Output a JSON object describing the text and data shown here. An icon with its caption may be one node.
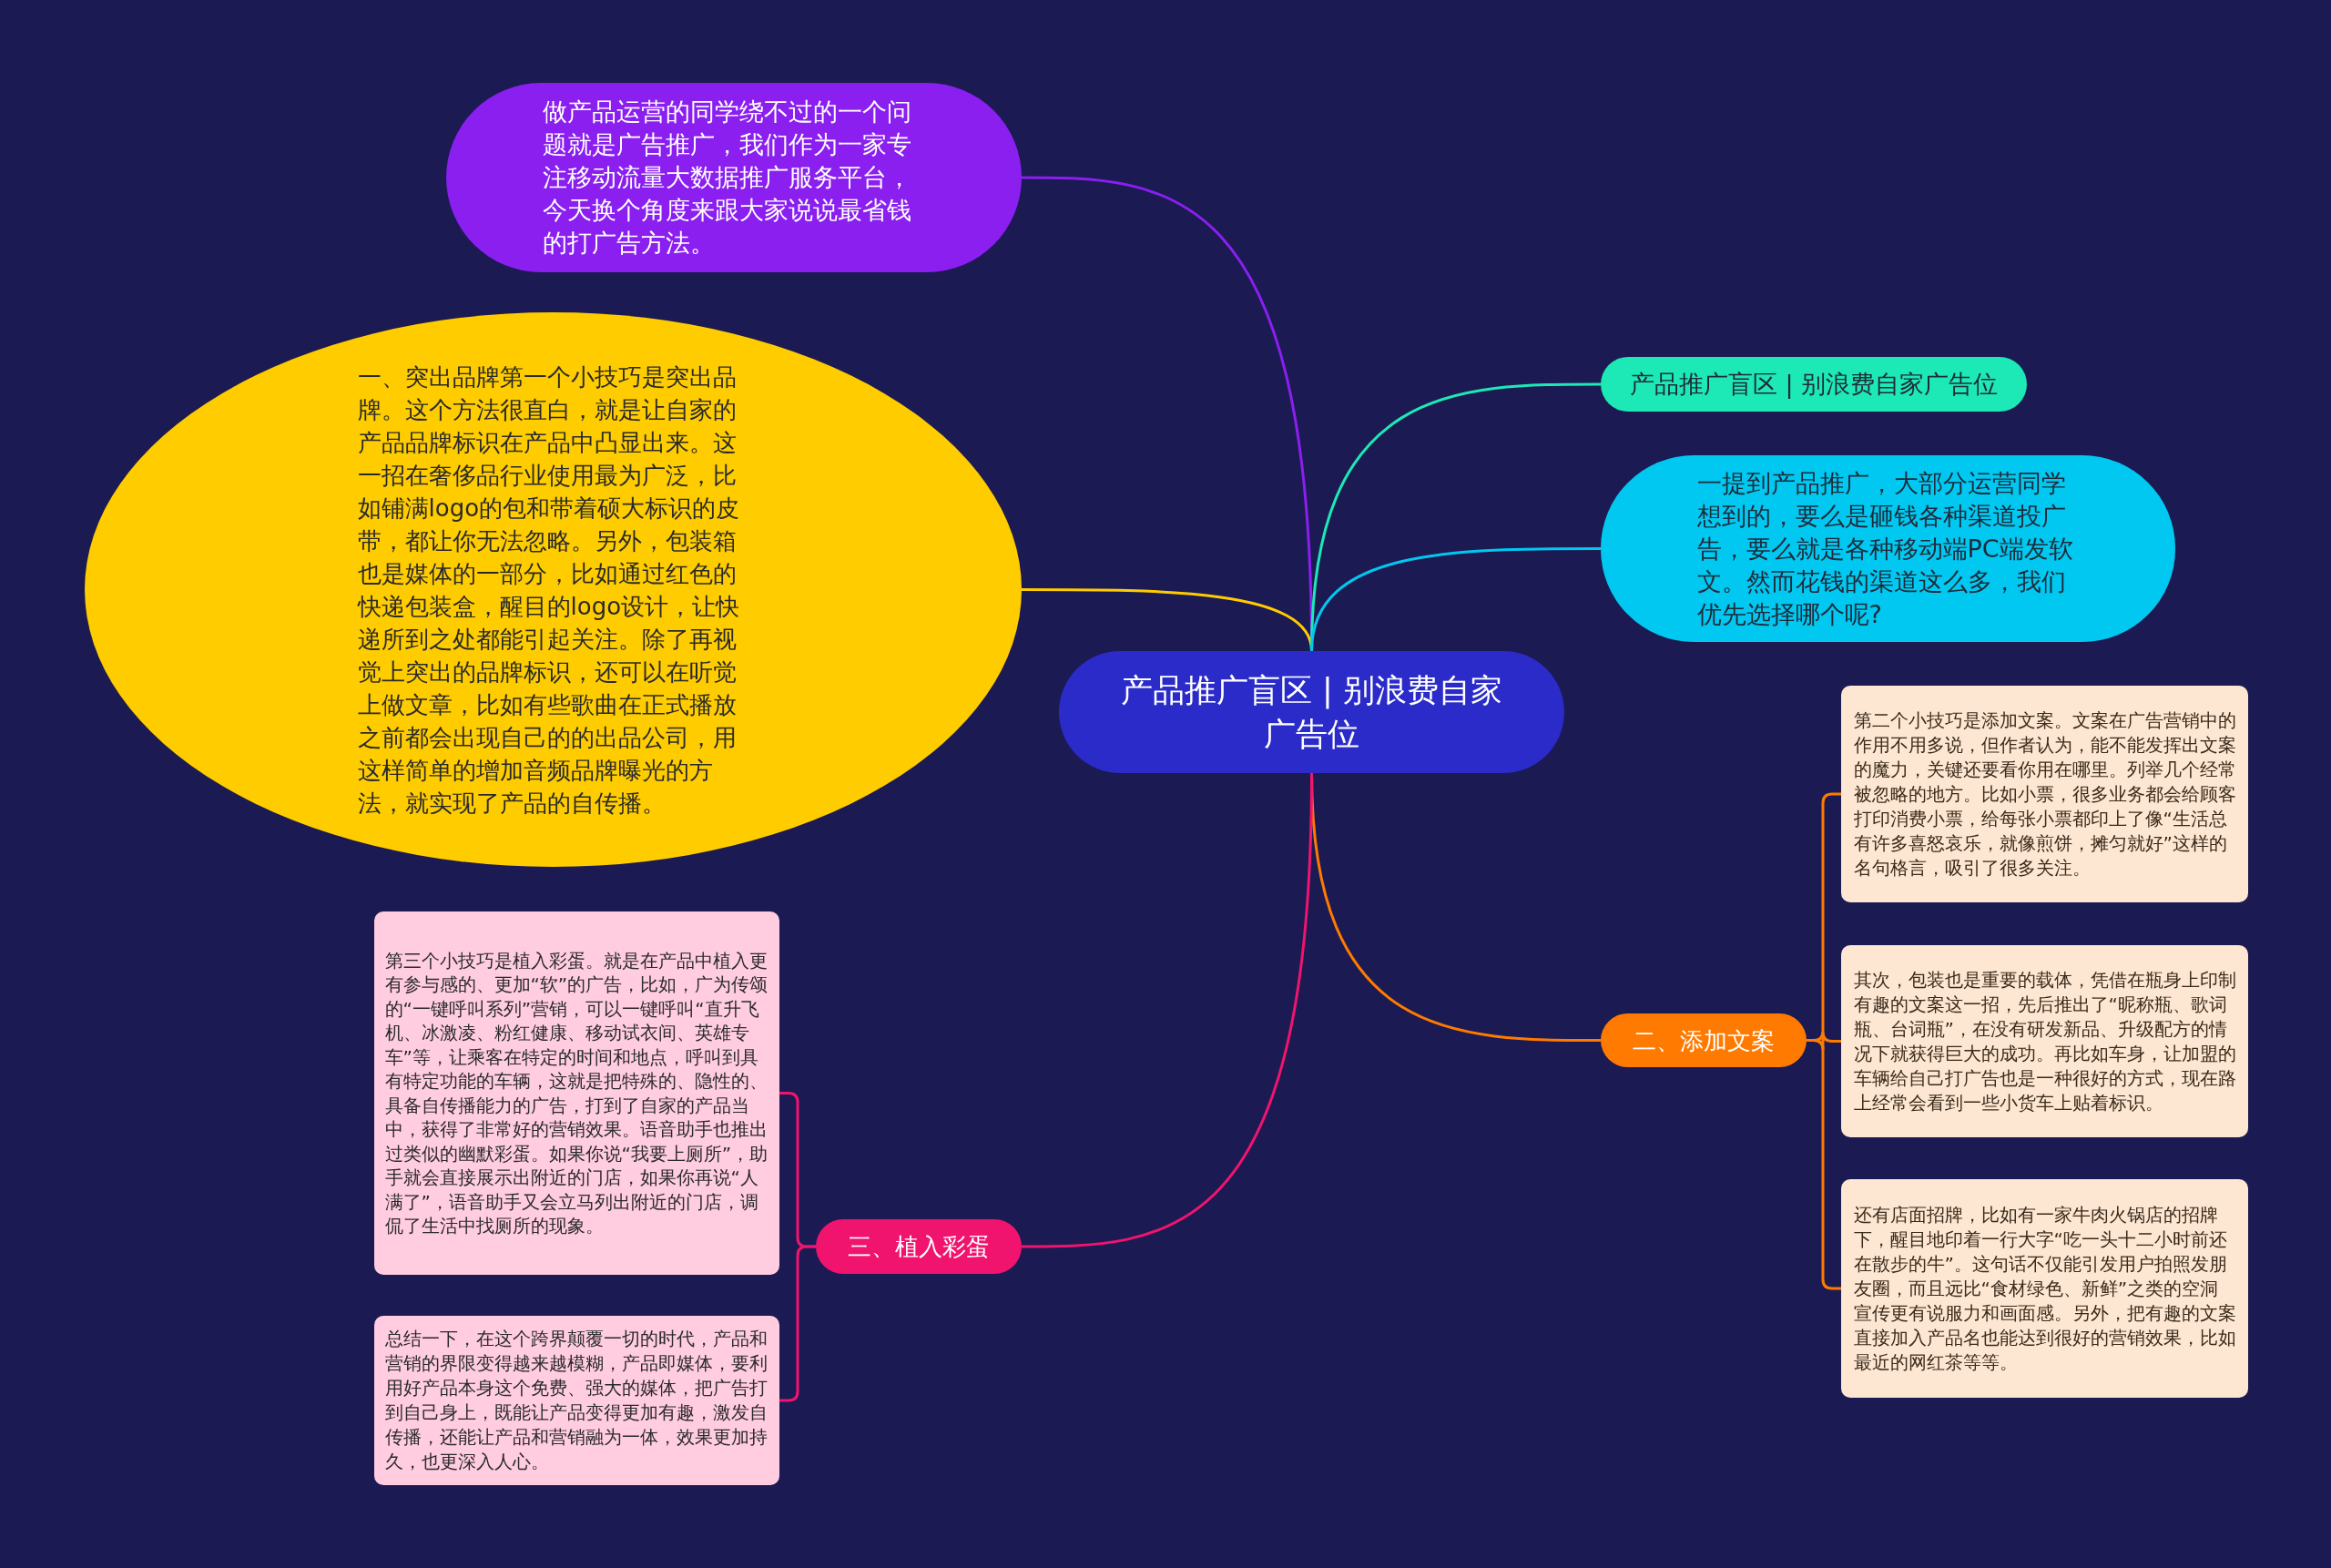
{
  "diagram": {
    "nodes": [
      {
        "text": [
          "产品推广盲区 | 别浪费自家广告位"
        ]
      },
      {
        "text": [
          "做产品运营的同学绕不过的一个问题就是广告推广，我们作为一家专注移动流量大数据推广服务平台，今天换个角度来跟大家说说最省钱的打广告方法。"
        ]
      },
      {
        "text": [
          "一、突出品牌第一个小技巧是突出品牌。这个方法很直白，就是让自家的产品品牌标识在产品中凸显出来。这一招在奢侈品行业使用最为广泛，比如铺满logo的包和带着硕大标识的皮带，都让你无法忽略。另外，包装箱也是媒体的一部分，比如通过红色的快递包装盒，醒目的logo设计，让快递所到之处都能引起关注。除了再视觉上突出的品牌标识，还可以在听觉上做文章，比如有些歌曲在正式播放之前都会出现自己的的出品公司，用这样简单的增加音频品牌曝光的方法，就实现了产品的自传播。"
        ]
      },
      {
        "text": [
          "产品推广盲区 | 别浪费自家广告位"
        ]
      },
      {
        "text": [
          "一提到产品推广，大部分运营同学想到的，要么是砸钱各种渠道投广告，要么就是各种移动端PC端发软文。然而花钱的渠道这么多，我们优先选择哪个呢?"
        ]
      },
      {
        "text": [
          "二、添加文案"
        ]
      },
      {
        "text": [
          "第二个小技巧是添加文案。文案在广告营销中的作用不用多说，但作者认为，能不能发挥出文案的魔力，关键还要看你用在哪里。列举几个经常被忽略的地方。比如小票，很多业务都会给顾客打印消费小票，给每张小票都印上了像“生活总有许多喜怒哀乐，就像煎饼，摊匀就好”这样的名句格言，吸引了很多关注。"
        ]
      },
      {
        "text": [
          "其次，包装也是重要的载体，凭借在瓶身上印制有趣的文案这一招，先后推出了“昵称瓶、歌词瓶、台词瓶”，在没有研发新品、升级配方的情况下就获得巨大的成功。再比如车身，让加盟的车辆给自己打广告也是一种很好的方式，现在路上经常会看到一些小货车上贴着标识。"
        ]
      },
      {
        "text": [
          "还有店面招牌，比如有一家牛肉火锅店的招牌下，醒目地印着一行大字“吃一头十二小时前还在散步的牛”。这句话不仅能引发用户拍照发朋友圈，而且远比“食材绿色、新鲜”之类的空洞宣传更有说服力和画面感。另外，把有趣的文案直接加入产品名也能达到很好的营销效果，比如最近的网红茶等等。"
        ]
      },
      {
        "text": [
          "三、植入彩蛋"
        ]
      },
      {
        "text": [
          "第三个小技巧是植入彩蛋。就是在产品中植入更有参与感的、更加“软”的广告，比如，广为传颂的“一键呼叫系列”营销，可以一键呼叫“直升飞机、冰激凌、粉红健康、移动试衣间、英雄专车”等，让乘客在特定的时间和地点，呼叫到具有特定功能的车辆，这就是把特殊的、隐性的、具备自传播能力的广告，打到了自家的产品当中，获得了非常好的营销效果。语音助手也推出过类似的幽默彩蛋。如果你说“我要上厕所”，助手就会直接展示出附近的门店，如果你再说“人满了”，语音助手又会立马列出附近的门店，调侃了生活中找厕所的现象。"
        ]
      },
      {
        "text": [
          "总结一下，在这个跨界颠覆一切的时代，产品和营销的界限变得越来越模糊，产品即媒体，要利用好产品本身这个免费、强大的媒体，把广告打到自己身上，既能让产品变得更加有趣，激发自传播，还能让产品和营销融为一体，效果更加持久，也更深入人心。"
        ]
      }
    ],
    "edges": [
      {
        "from": 0,
        "to": 1,
        "arrow": "none",
        "color": "#8a1ff0"
      },
      {
        "from": 0,
        "to": 2,
        "arrow": "none",
        "color": "#ffcc00"
      },
      {
        "from": 0,
        "to": 3,
        "arrow": "none",
        "color": "#1de9b6"
      },
      {
        "from": 0,
        "to": 4,
        "arrow": "none",
        "color": "#00c8f0"
      },
      {
        "from": 0,
        "to": 5,
        "arrow": "none",
        "color": "#ff7a00"
      },
      {
        "from": 5,
        "to": 6,
        "arrow": "none",
        "color": "#ff7a00"
      },
      {
        "from": 5,
        "to": 7,
        "arrow": "none",
        "color": "#ff7a00"
      },
      {
        "from": 5,
        "to": 8,
        "arrow": "none",
        "color": "#ff7a00"
      },
      {
        "from": 0,
        "to": 9,
        "arrow": "none",
        "color": "#f0146e"
      },
      {
        "from": 9,
        "to": 10,
        "arrow": "none",
        "color": "#f0146e"
      },
      {
        "from": 9,
        "to": 11,
        "arrow": "none",
        "color": "#f0146e"
      }
    ]
  }
}
